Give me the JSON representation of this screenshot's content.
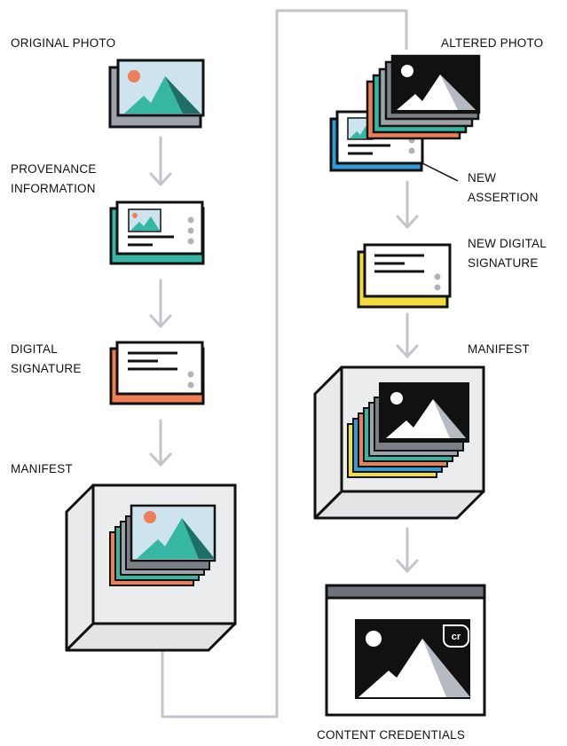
{
  "labels": {
    "original_photo": "ORIGINAL PHOTO",
    "provenance_line1": "PROVENANCE",
    "provenance_line2": "INFORMATION",
    "digital_sig_line1": "DIGITAL",
    "digital_sig_line2": "SIGNATURE",
    "manifest_left": "MANIFEST",
    "altered_photo": "ALTERED PHOTO",
    "new_assertion_line1": "NEW",
    "new_assertion_line2": "ASSERTION",
    "new_digital_sig_line1": "NEW DIGITAL",
    "new_digital_sig_line2": "SIGNATURE",
    "manifest_right": "MANIFEST",
    "content_credentials": "CONTENT CREDENTIALS",
    "cr_badge": "cr"
  },
  "colors": {
    "outline": "#111111",
    "connector": "#c2c5c9",
    "sky": "#cde3ee",
    "teal": "#35b7a3",
    "orange": "#ee7e56",
    "yellow": "#f3dd3a",
    "blue": "#3399d8",
    "box_light": "#e9eaeb",
    "box_dark": "#a9adb2"
  }
}
